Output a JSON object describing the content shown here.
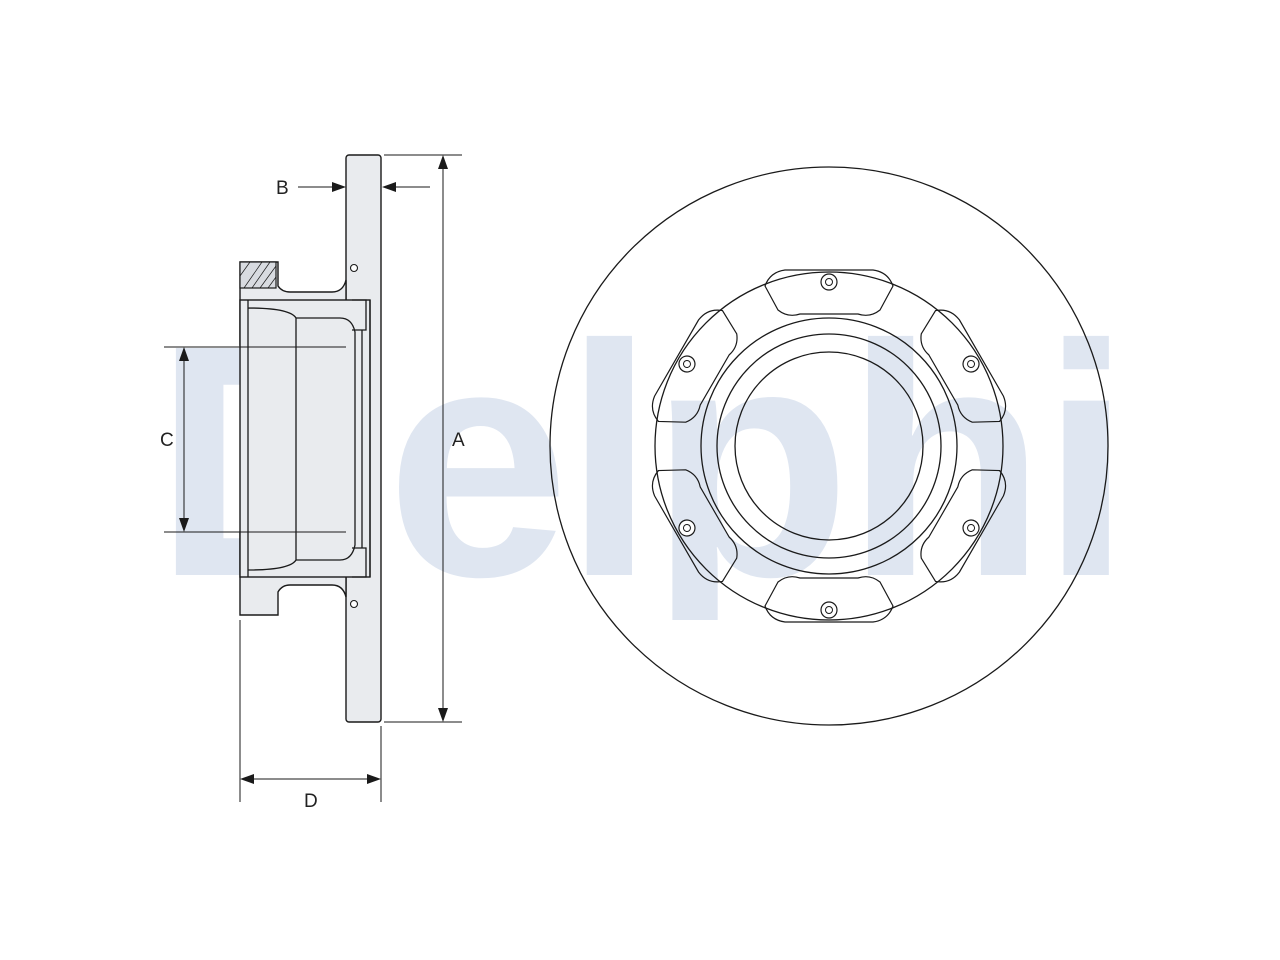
{
  "diagram": {
    "dimension_labels": {
      "a": "A",
      "b": "B",
      "c": "C",
      "d": "D"
    },
    "watermark_text": "Delphi",
    "colors": {
      "line": "#1a1a1a",
      "part_fill": "#e9ebee",
      "watermark": "#dfe6f1",
      "background": "#ffffff"
    }
  }
}
